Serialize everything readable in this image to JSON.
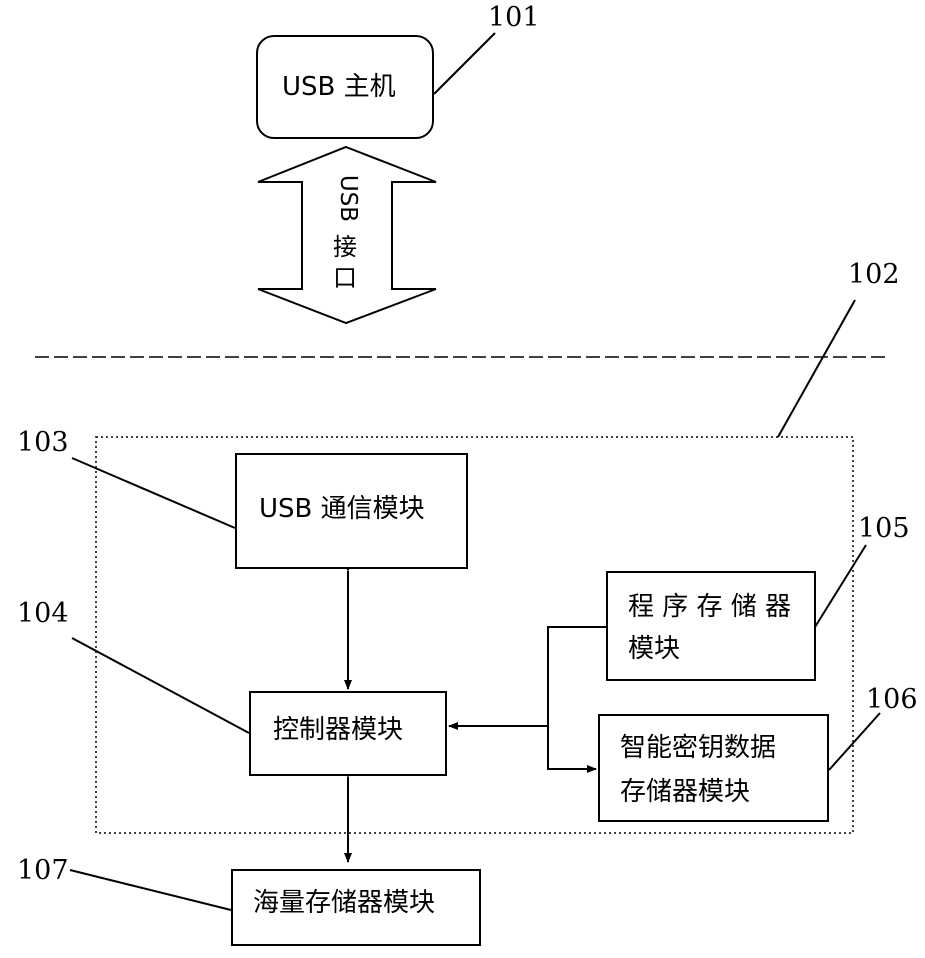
{
  "host": {
    "ref": "101",
    "text": "USB 主机"
  },
  "interface": {
    "line1": "USB",
    "line2": "接",
    "line3": "口"
  },
  "device": {
    "ref": "102"
  },
  "usb_comm": {
    "ref": "103",
    "text": "USB 通信模块"
  },
  "controller": {
    "ref": "104",
    "text": "控制器模块"
  },
  "program_storage": {
    "ref": "105",
    "line1": "程 序 存 储 器",
    "line2": "模块"
  },
  "key_storage": {
    "ref": "106",
    "line1": "智能密钥数据",
    "line2": "存储器模块"
  },
  "mass_storage": {
    "ref": "107",
    "text": "海量存储器模块"
  }
}
